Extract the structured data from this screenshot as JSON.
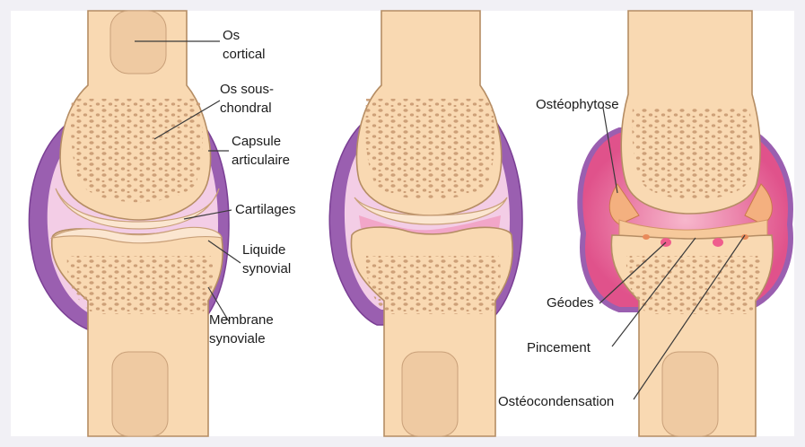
{
  "labels": {
    "os_cortical": [
      "Os",
      "cortical"
    ],
    "os_sous_chondral": [
      "Os sous-",
      "chondral"
    ],
    "capsule": [
      "Capsule",
      "articulaire"
    ],
    "cartilages": "Cartilages",
    "liquide": [
      "Liquide",
      "synovial"
    ],
    "membrane": [
      "Membrane",
      "synoviale"
    ],
    "osteophytose": "Ostéophytose",
    "geodes": "Géodes",
    "pincement": "Pincement",
    "osteocondensation": "Ostéocondensation"
  },
  "colors": {
    "bone": "#f9d9b2",
    "capsule": "#9a5fb0",
    "synovial": "#f3cde6",
    "inflammation": "#ef5d8d"
  }
}
